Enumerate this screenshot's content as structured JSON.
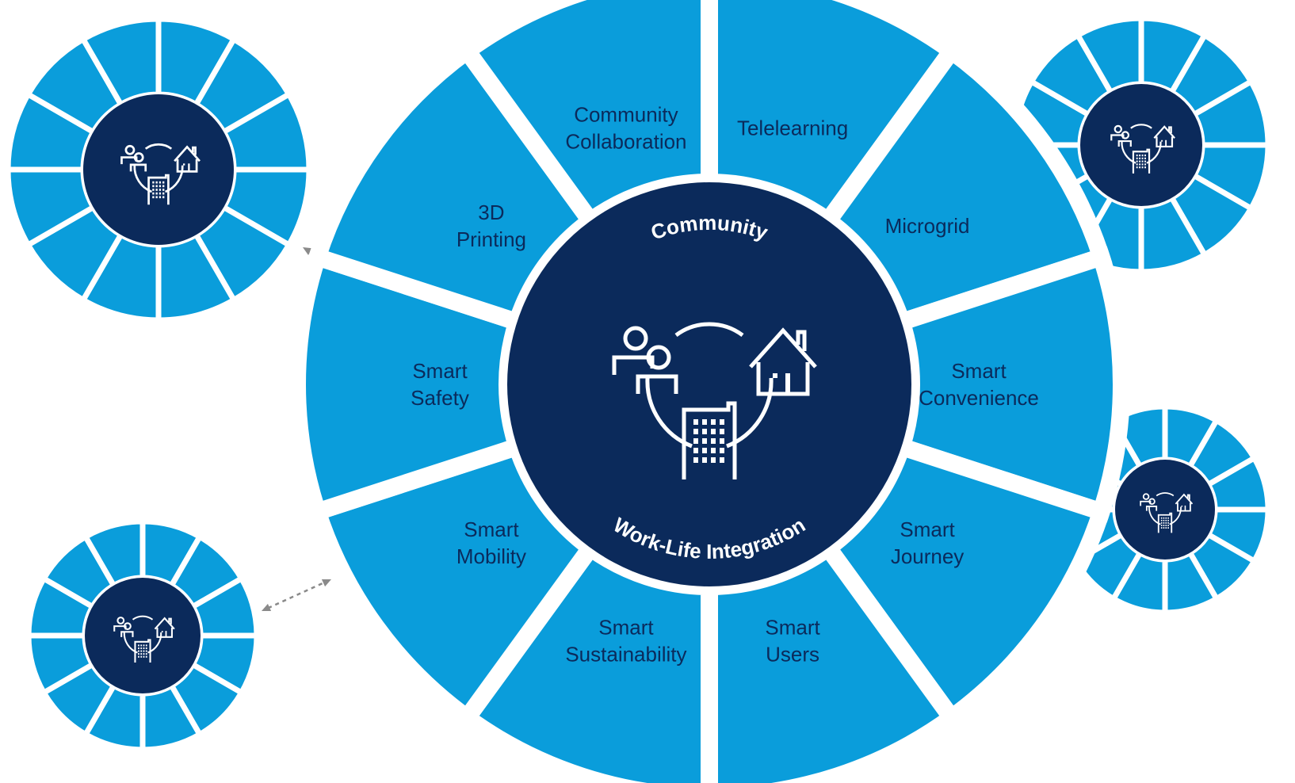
{
  "center": {
    "top_text": "Community",
    "bottom_text": "Work-Life Integration",
    "icon": "community-people-home-building-icon",
    "segments": [
      {
        "id": "telelearning",
        "lines": [
          "Telelearning"
        ]
      },
      {
        "id": "microgrid",
        "lines": [
          "Microgrid"
        ]
      },
      {
        "id": "smart-convenience",
        "lines": [
          "Smart",
          "Convenience"
        ]
      },
      {
        "id": "smart-journey",
        "lines": [
          "Smart",
          "Journey"
        ]
      },
      {
        "id": "smart-users",
        "lines": [
          "Smart",
          "Users"
        ]
      },
      {
        "id": "smart-sustainability",
        "lines": [
          "Smart",
          "Sustainability"
        ]
      },
      {
        "id": "smart-mobility",
        "lines": [
          "Smart",
          "Mobility"
        ]
      },
      {
        "id": "smart-safety",
        "lines": [
          "Smart",
          "Safety"
        ]
      },
      {
        "id": "3d-printing",
        "lines": [
          "3D",
          "Printing"
        ]
      },
      {
        "id": "community-collaboration",
        "lines": [
          "Community",
          "Collaboration"
        ]
      }
    ]
  },
  "satellites": [
    {
      "id": "top-left",
      "segment_count": 12,
      "icon": "community-icon"
    },
    {
      "id": "top-right",
      "segment_count": 12,
      "icon": "community-icon"
    },
    {
      "id": "bottom-left",
      "segment_count": 12,
      "icon": "community-icon"
    },
    {
      "id": "bottom-right",
      "segment_count": 12,
      "icon": "community-icon"
    }
  ],
  "connectors": [
    {
      "id": "top-left",
      "style": "dashed-double-arrow"
    },
    {
      "id": "top-right",
      "style": "dashed-double-arrow"
    },
    {
      "id": "bottom-left",
      "style": "dashed-double-arrow"
    },
    {
      "id": "bottom-right",
      "style": "dashed-double-arrow"
    }
  ],
  "colors": {
    "segment": "#0a9ddb",
    "hub": "#0b2a5b",
    "label": "#0b2a5b",
    "hub_text": "#ffffff",
    "arrow": "#8a8a8a"
  }
}
